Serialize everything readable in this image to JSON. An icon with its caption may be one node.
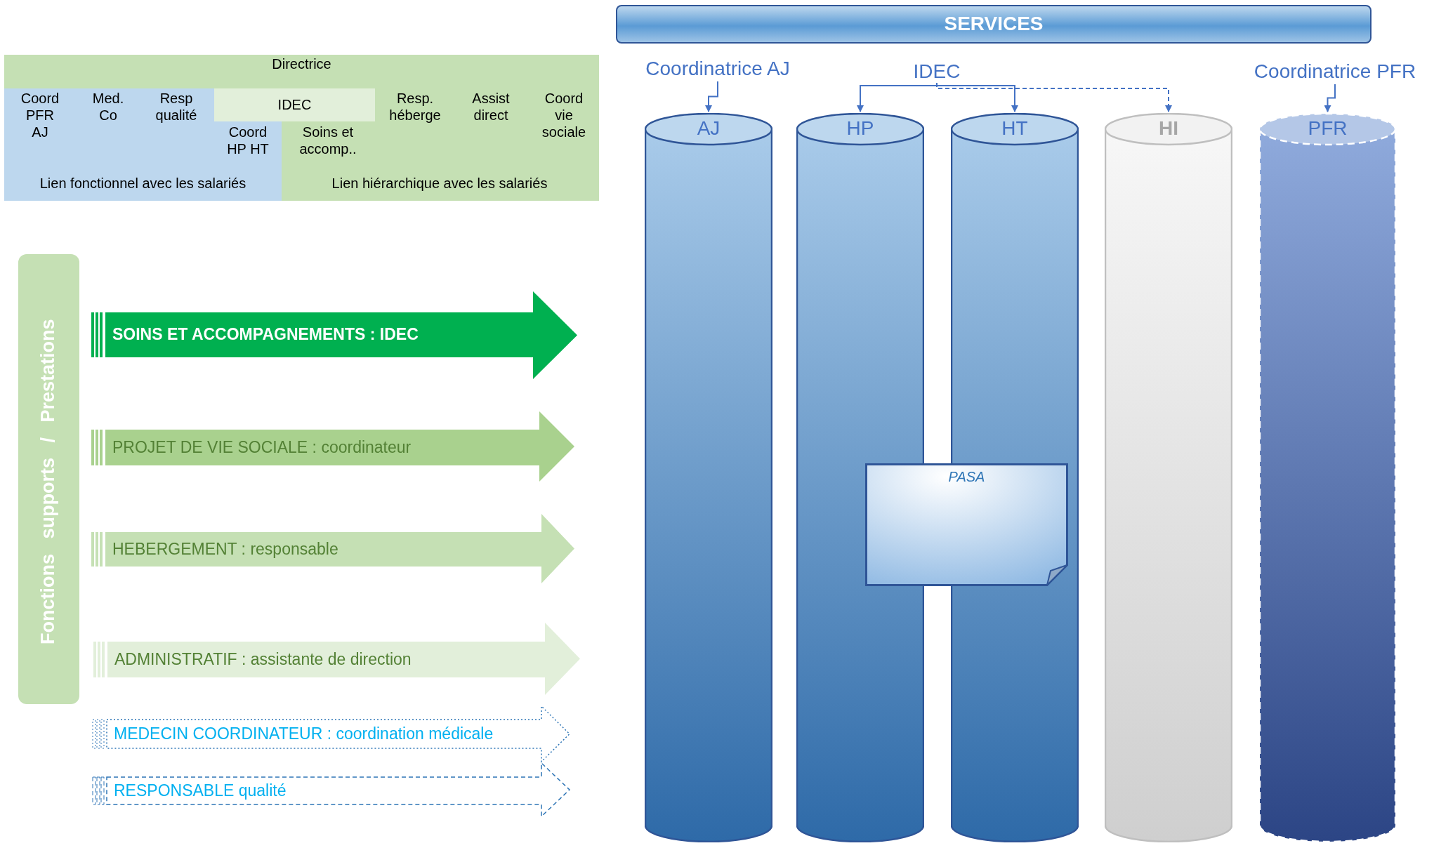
{
  "diagram": {
    "nodes": [
      {
        "text": [
          "Directrice",
          "Lien hiérarchique avec les salariés"
        ]
      },
      {
        "text": [
          "Lien fonctionnel avec les salariés"
        ],
        "in": 0
      },
      {
        "text": [
          "IDEC"
        ],
        "in": 0
      },
      {
        "text": [
          "Fonctions supports / Prestations"
        ]
      },
      {
        "text": [
          "SOINS ET ACCOMPAGNEMENTS : IDEC"
        ]
      },
      {
        "text": [
          "PROJET DE VIE SOCIALE : coordinateur"
        ]
      },
      {
        "text": [
          "HEBERGEMENT : responsable"
        ]
      },
      {
        "text": [
          "ADMINISTRATIF : assistante de direction"
        ]
      },
      {
        "text": [
          "MEDECIN COORDINATEUR : coordination médicale"
        ]
      },
      {
        "text": [
          "RESPONSABLE qualité"
        ]
      },
      {
        "text": [
          "SERVICES"
        ]
      },
      {
        "text": [
          "Coordinatrice AJ"
        ]
      },
      {
        "text": [
          "IDEC"
        ]
      },
      {
        "text": [
          "Coordinatrice PFR"
        ]
      },
      {
        "text": [
          "AJ"
        ]
      },
      {
        "text": [
          "HP"
        ]
      },
      {
        "text": [
          "HT"
        ]
      },
      {
        "text": [
          "HI"
        ]
      },
      {
        "text": [
          "PFR"
        ]
      },
      {
        "text": [
          "PASA"
        ]
      }
    ],
    "edges": [
      {
        "from": 11,
        "to": 14,
        "arrow": "to"
      },
      {
        "from": 12,
        "to": 15,
        "arrow": "to"
      },
      {
        "from": 12,
        "to": 16,
        "arrow": "to"
      },
      {
        "from": 12,
        "to": 17,
        "arrow": "to",
        "style": "dashed"
      },
      {
        "from": 13,
        "to": 18,
        "arrow": "to"
      }
    ],
    "labels": [
      "Coord PFR AJ",
      "Med. Co",
      "Resp qualité",
      "Resp. héberge",
      "Assist direct",
      "Coord vie sociale",
      "Coord HP HT",
      "Soins et accomp.."
    ]
  }
}
